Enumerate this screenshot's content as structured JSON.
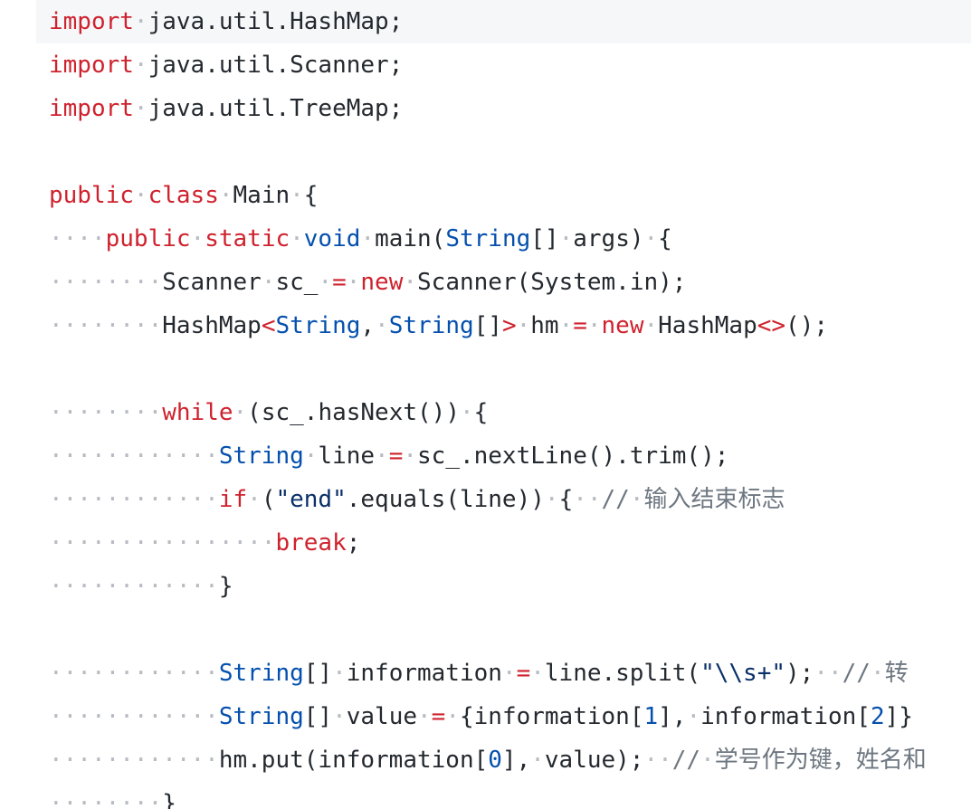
{
  "editor": {
    "language": "java",
    "colors": {
      "background": "#ffffff",
      "active_line": "#f6f7f9",
      "keyword": "#cf222e",
      "type": "#0550ae",
      "number": "#0550ae",
      "string": "#0a3069",
      "comment": "#6e7781",
      "whitespace_marker": "#b8bcc2",
      "plain": "#24292f"
    },
    "lines": [
      [
        [
          "kw",
          "import"
        ],
        [
          "ws",
          "·"
        ],
        [
          "pl",
          "java.util.HashMap;"
        ]
      ],
      [
        [
          "kw",
          "import"
        ],
        [
          "ws",
          "·"
        ],
        [
          "pl",
          "java.util.Scanner;"
        ]
      ],
      [
        [
          "kw",
          "import"
        ],
        [
          "ws",
          "·"
        ],
        [
          "pl",
          "java.util.TreeMap;"
        ]
      ],
      [],
      [
        [
          "kw",
          "public"
        ],
        [
          "ws",
          "·"
        ],
        [
          "kw",
          "class"
        ],
        [
          "ws",
          "·"
        ],
        [
          "pl",
          "Main"
        ],
        [
          "ws",
          "·"
        ],
        [
          "pl",
          "{"
        ]
      ],
      [
        [
          "ws",
          "····"
        ],
        [
          "kw",
          "public"
        ],
        [
          "ws",
          "·"
        ],
        [
          "kw",
          "static"
        ],
        [
          "ws",
          "·"
        ],
        [
          "ty",
          "void"
        ],
        [
          "ws",
          "·"
        ],
        [
          "pl",
          "main("
        ],
        [
          "ty",
          "String"
        ],
        [
          "pl",
          "[]"
        ],
        [
          "ws",
          "·"
        ],
        [
          "pl",
          "args)"
        ],
        [
          "ws",
          "·"
        ],
        [
          "pl",
          "{"
        ]
      ],
      [
        [
          "ws",
          "········"
        ],
        [
          "pl",
          "Scanner"
        ],
        [
          "ws",
          "·"
        ],
        [
          "pl",
          "sc_"
        ],
        [
          "ws",
          "·"
        ],
        [
          "op",
          "="
        ],
        [
          "ws",
          "·"
        ],
        [
          "kw",
          "new"
        ],
        [
          "ws",
          "·"
        ],
        [
          "pl",
          "Scanner(System.in);"
        ]
      ],
      [
        [
          "ws",
          "········"
        ],
        [
          "pl",
          "HashMap"
        ],
        [
          "op",
          "<"
        ],
        [
          "ty",
          "String"
        ],
        [
          "pl",
          ","
        ],
        [
          "ws",
          "·"
        ],
        [
          "ty",
          "String"
        ],
        [
          "pl",
          "[]"
        ],
        [
          "op",
          ">"
        ],
        [
          "ws",
          "·"
        ],
        [
          "pl",
          "hm"
        ],
        [
          "ws",
          "·"
        ],
        [
          "op",
          "="
        ],
        [
          "ws",
          "·"
        ],
        [
          "kw",
          "new"
        ],
        [
          "ws",
          "·"
        ],
        [
          "pl",
          "HashMap"
        ],
        [
          "op",
          "<>"
        ],
        [
          "pl",
          "();"
        ]
      ],
      [],
      [
        [
          "ws",
          "········"
        ],
        [
          "kw",
          "while"
        ],
        [
          "ws",
          "·"
        ],
        [
          "pl",
          "(sc_.hasNext())"
        ],
        [
          "ws",
          "·"
        ],
        [
          "pl",
          "{"
        ]
      ],
      [
        [
          "ws",
          "············"
        ],
        [
          "ty",
          "String"
        ],
        [
          "ws",
          "·"
        ],
        [
          "pl",
          "line"
        ],
        [
          "ws",
          "·"
        ],
        [
          "op",
          "="
        ],
        [
          "ws",
          "·"
        ],
        [
          "pl",
          "sc_.nextLine().trim();"
        ]
      ],
      [
        [
          "ws",
          "············"
        ],
        [
          "kw",
          "if"
        ],
        [
          "ws",
          "·"
        ],
        [
          "pl",
          "("
        ],
        [
          "st",
          "\"end\""
        ],
        [
          "pl",
          ".equals(line))"
        ],
        [
          "ws",
          "·"
        ],
        [
          "pl",
          "{"
        ],
        [
          "ws",
          "··"
        ],
        [
          "cm",
          "//"
        ],
        [
          "ws",
          "·"
        ],
        [
          "cm",
          "输入结束标志"
        ]
      ],
      [
        [
          "ws",
          "················"
        ],
        [
          "kw",
          "break"
        ],
        [
          "pl",
          ";"
        ]
      ],
      [
        [
          "ws",
          "············"
        ],
        [
          "pl",
          "}"
        ]
      ],
      [],
      [
        [
          "ws",
          "············"
        ],
        [
          "ty",
          "String"
        ],
        [
          "pl",
          "[]"
        ],
        [
          "ws",
          "·"
        ],
        [
          "pl",
          "information"
        ],
        [
          "ws",
          "·"
        ],
        [
          "op",
          "="
        ],
        [
          "ws",
          "·"
        ],
        [
          "pl",
          "line.split("
        ],
        [
          "st",
          "\"\\\\s+\""
        ],
        [
          "pl",
          ");"
        ],
        [
          "ws",
          "··"
        ],
        [
          "cm",
          "//"
        ],
        [
          "ws",
          "·"
        ],
        [
          "cm",
          "转"
        ]
      ],
      [
        [
          "ws",
          "············"
        ],
        [
          "ty",
          "String"
        ],
        [
          "pl",
          "[]"
        ],
        [
          "ws",
          "·"
        ],
        [
          "pl",
          "value"
        ],
        [
          "ws",
          "·"
        ],
        [
          "op",
          "="
        ],
        [
          "ws",
          "·"
        ],
        [
          "pl",
          "{information["
        ],
        [
          "nu",
          "1"
        ],
        [
          "pl",
          "],"
        ],
        [
          "ws",
          "·"
        ],
        [
          "pl",
          "information["
        ],
        [
          "nu",
          "2"
        ],
        [
          "pl",
          "]}"
        ]
      ],
      [
        [
          "ws",
          "············"
        ],
        [
          "pl",
          "hm.put(information["
        ],
        [
          "nu",
          "0"
        ],
        [
          "pl",
          "],"
        ],
        [
          "ws",
          "·"
        ],
        [
          "pl",
          "value);"
        ],
        [
          "ws",
          "··"
        ],
        [
          "cm",
          "//"
        ],
        [
          "ws",
          "·"
        ],
        [
          "cm",
          "学号作为键，姓名和"
        ]
      ],
      [
        [
          "ws",
          "········"
        ],
        [
          "pl",
          "}"
        ]
      ]
    ]
  }
}
